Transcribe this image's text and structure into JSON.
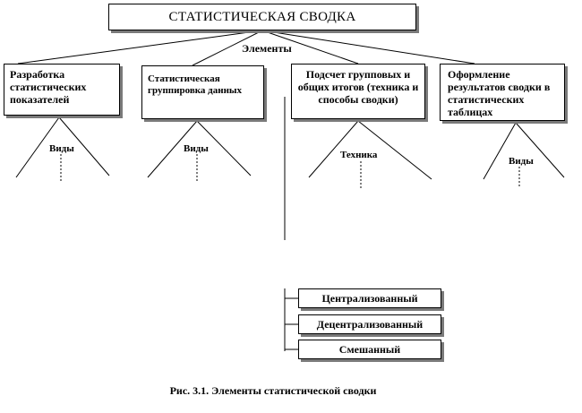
{
  "title": "СТАТИСТИЧЕСКАЯ СВОДКА",
  "elements_label": "Элементы",
  "elements": [
    {
      "text": "Разработка статистических показателей",
      "branch_label": "Виды"
    },
    {
      "text": "Статистическая группировка данных",
      "branch_label": "Виды"
    },
    {
      "text": "Подсчет групповых и общих итогов (техника и способы сводки)",
      "branch_label": "Техника"
    },
    {
      "text": "Оформление результатов сводки в статистических таблицах",
      "branch_label": "Виды"
    }
  ],
  "kinds": [
    "Централизованный",
    "Децентрализованный",
    "Смешанный"
  ],
  "caption": "Рис. 3.1. Элементы статистической сводки"
}
